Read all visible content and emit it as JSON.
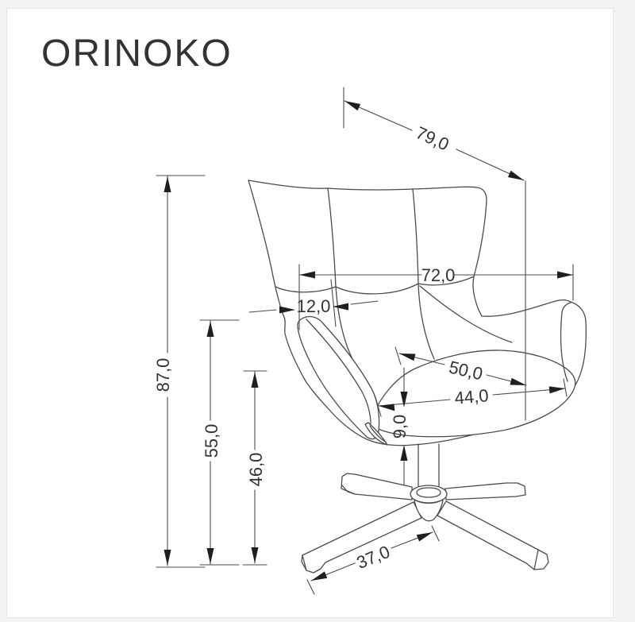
{
  "title": "ORINOKO",
  "dimensions": {
    "diagonal_depth": "79,0",
    "back_width": "72,0",
    "armrest_width": "12,0",
    "seat_depth": "50,0",
    "seat_width": "44,0",
    "cushion_thickness": "9,0",
    "total_height": "87,0",
    "armrest_height": "55,0",
    "seat_height": "46,0",
    "base_leg_length": "37,0"
  },
  "colors": {
    "background": "#ffffff",
    "page_margin": "#f3f3f4",
    "border": "#e3e5e6",
    "line": "#4b4b4b",
    "arrow": "#1f1f1f",
    "text": "#333333"
  }
}
